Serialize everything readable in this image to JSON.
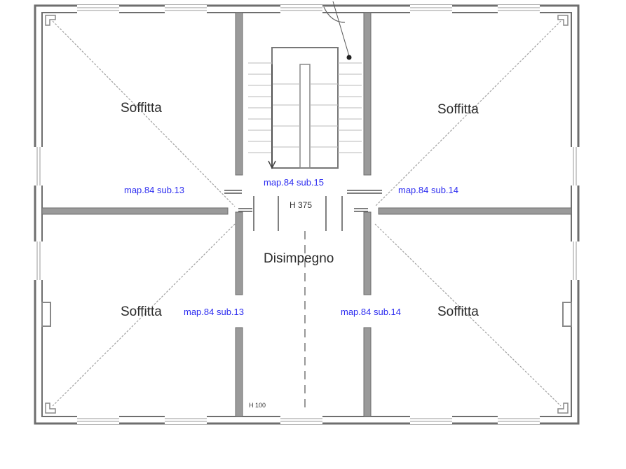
{
  "rooms": {
    "top_left": "Soffitta",
    "top_right": "Soffitta",
    "bottom_left": "Soffitta",
    "bottom_right": "Soffitta",
    "center": "Disimpegno"
  },
  "subs": {
    "top_left": "map.84 sub.13",
    "top_center": "map.84 sub.15",
    "top_right": "map.84 sub.14",
    "bottom_left": "map.84 sub.13",
    "bottom_right": "map.84 sub.14"
  },
  "heights": {
    "center": "H 375",
    "bottom": "H 100"
  },
  "colors": {
    "wall": "#7a7a7a",
    "wall_fill": "#9a9a9a",
    "label_blue": "#2d2df0",
    "diag": "#a0a0a0"
  }
}
